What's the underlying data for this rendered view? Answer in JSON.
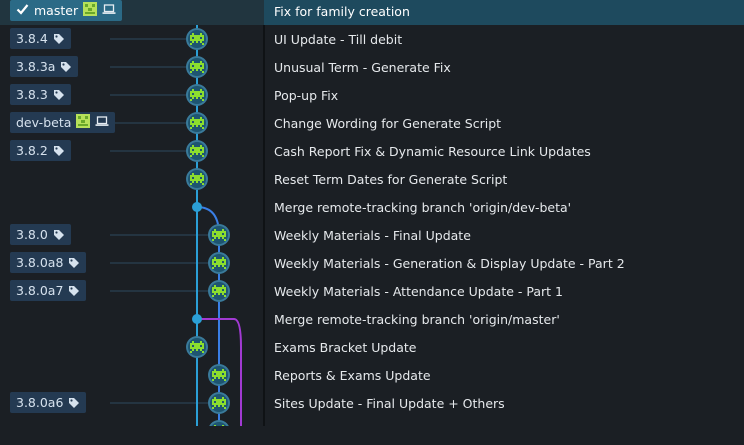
{
  "colors": {
    "branch_main": "#2b9fd6",
    "branch_dev": "#3a7fe6",
    "branch_merge": "#a23ad3",
    "node_ring": "#3a7a9a",
    "avatar_fg": "#8cde2e",
    "selected_row": "#1e4a5e"
  },
  "commits": [
    {
      "refs": [
        {
          "label": "master",
          "kind": "head",
          "icons": [
            "check-icon",
            "avatar-icon",
            "laptop-icon"
          ]
        }
      ],
      "message": "Fix for family creation",
      "lane": 0,
      "selected": true
    },
    {
      "refs": [
        {
          "label": "3.8.4",
          "kind": "tag",
          "icons": [
            "tag-icon"
          ]
        }
      ],
      "message": "UI Update - Till debit",
      "lane": 0
    },
    {
      "refs": [
        {
          "label": "3.8.3a",
          "kind": "tag",
          "icons": [
            "tag-icon"
          ]
        }
      ],
      "message": "Unusual Term - Generate Fix",
      "lane": 0
    },
    {
      "refs": [
        {
          "label": "3.8.3",
          "kind": "tag",
          "icons": [
            "tag-icon"
          ]
        }
      ],
      "message": "Pop-up Fix",
      "lane": 0
    },
    {
      "refs": [
        {
          "label": "dev-beta",
          "kind": "branch",
          "icons": [
            "avatar-icon",
            "laptop-icon"
          ]
        }
      ],
      "message": "Change Wording for Generate Script",
      "lane": 0
    },
    {
      "refs": [
        {
          "label": "3.8.2",
          "kind": "tag",
          "icons": [
            "tag-icon"
          ]
        }
      ],
      "message": "Cash Report Fix & Dynamic Resource Link Updates",
      "lane": 0
    },
    {
      "refs": [],
      "message": "Reset Term Dates for Generate Script",
      "lane": 0
    },
    {
      "refs": [],
      "message": "Merge remote-tracking branch 'origin/dev-beta'",
      "lane": 0,
      "merge": true
    },
    {
      "refs": [
        {
          "label": "3.8.0",
          "kind": "tag",
          "icons": [
            "tag-icon"
          ]
        }
      ],
      "message": "Weekly Materials - Final Update",
      "lane": 1
    },
    {
      "refs": [
        {
          "label": "3.8.0a8",
          "kind": "tag",
          "icons": [
            "tag-icon"
          ]
        }
      ],
      "message": "Weekly Materials - Generation & Display Update - Part 2",
      "lane": 1
    },
    {
      "refs": [
        {
          "label": "3.8.0a7",
          "kind": "tag",
          "icons": [
            "tag-icon"
          ]
        }
      ],
      "message": "Weekly Materials - Attendance Update - Part 1",
      "lane": 1
    },
    {
      "refs": [],
      "message": "Merge remote-tracking branch 'origin/master'",
      "lane": 0,
      "merge": true
    },
    {
      "refs": [],
      "message": "Exams Bracket Update",
      "lane": 0
    },
    {
      "refs": [],
      "message": "Reports & Exams Update",
      "lane": 1
    },
    {
      "refs": [
        {
          "label": "3.8.0a6",
          "kind": "tag",
          "icons": [
            "tag-icon"
          ]
        }
      ],
      "message": "Sites Update - Final Update + Others",
      "lane": 1
    },
    {
      "refs": [],
      "message": "",
      "lane": 1
    }
  ]
}
